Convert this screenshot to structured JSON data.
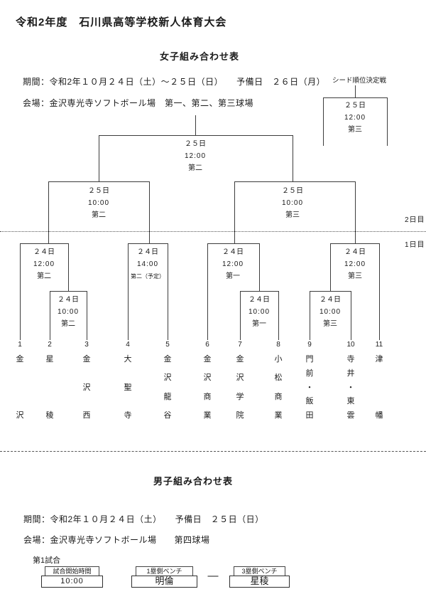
{
  "document": {
    "title": "令和2年度　石川県高等学校新人体育大会"
  },
  "women": {
    "section_title": "女子組み合わせ表",
    "period": "期間：令和2年１０月２４日（土）～２５日（日）　　予備日　２６日（月）",
    "venue": "会場：金沢専光寺ソフトボール場　第一、第二、第三球場",
    "day_labels": {
      "day2": "2日目",
      "day1": "1日目"
    },
    "seed_match": {
      "label": "シード順位決定戦",
      "date": "２５日",
      "time": "12:00",
      "field": "第三"
    },
    "matches": {
      "final": {
        "date": "２５日",
        "time": "12:00",
        "field": "第二"
      },
      "sf1": {
        "date": "２５日",
        "time": "10:00",
        "field": "第二"
      },
      "sf2": {
        "date": "２５日",
        "time": "10:00",
        "field": "第三"
      },
      "qf1": {
        "date": "２４日",
        "time": "12:00",
        "field": "第二"
      },
      "qf2": {
        "date": "２４日",
        "time": "14:00",
        "field": "第二（予定）"
      },
      "qf3": {
        "date": "２４日",
        "time": "12:00",
        "field": "第一"
      },
      "qf4": {
        "date": "２４日",
        "time": "12:00",
        "field": "第三"
      },
      "g23": {
        "date": "２４日",
        "time": "10:00",
        "field": "第二"
      },
      "g78": {
        "date": "２４日",
        "time": "10:00",
        "field": "第一"
      },
      "g910": {
        "date": "２４日",
        "time": "10:00",
        "field": "第三"
      }
    },
    "teams": [
      {
        "no": "1",
        "name": "金沢"
      },
      {
        "no": "2",
        "name": "星稜"
      },
      {
        "no": "3",
        "name": "金沢西"
      },
      {
        "no": "4",
        "name": "大聖寺"
      },
      {
        "no": "5",
        "name": "金沢龍谷"
      },
      {
        "no": "6",
        "name": "金沢商業"
      },
      {
        "no": "7",
        "name": "金沢学院"
      },
      {
        "no": "8",
        "name": "小松商業"
      },
      {
        "no": "9",
        "name": "門前・飯田"
      },
      {
        "no": "10",
        "name": "寺井・東雲"
      },
      {
        "no": "11",
        "name": "津幡"
      }
    ]
  },
  "men": {
    "section_title": "男子組み合わせ表",
    "period": "期間：令和2年１０月２４日（土）　　予備日　２５日（日）",
    "venue": "会場：金沢専光寺ソフトボール場　　第四球場",
    "game1_label": "第1試合",
    "start_time": {
      "header": "試合開始時間",
      "value": "10:00"
    },
    "first_base_bench": {
      "header": "1塁側ベンチ",
      "value": "明倫"
    },
    "vs_dash": "―",
    "third_base_bench": {
      "header": "3塁側ベンチ",
      "value": "星稜"
    }
  }
}
